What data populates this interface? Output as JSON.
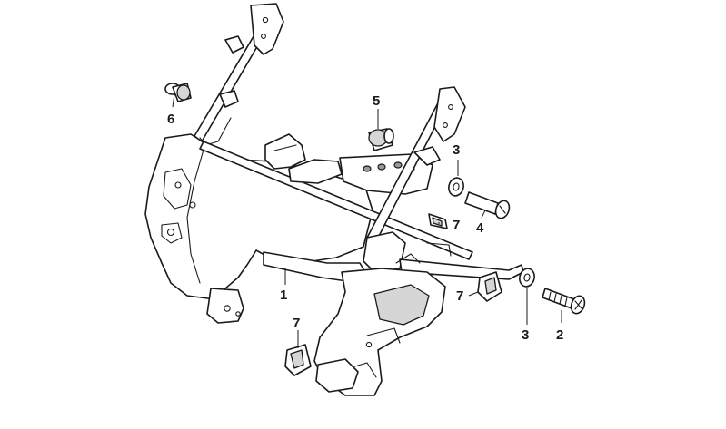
{
  "callouts": {
    "c1": "1",
    "c2": "2",
    "c3a": "3",
    "c3b": "3",
    "c4": "4",
    "c5": "5",
    "c6": "6",
    "c7a": "7",
    "c7b": "7",
    "c7c": "7"
  }
}
